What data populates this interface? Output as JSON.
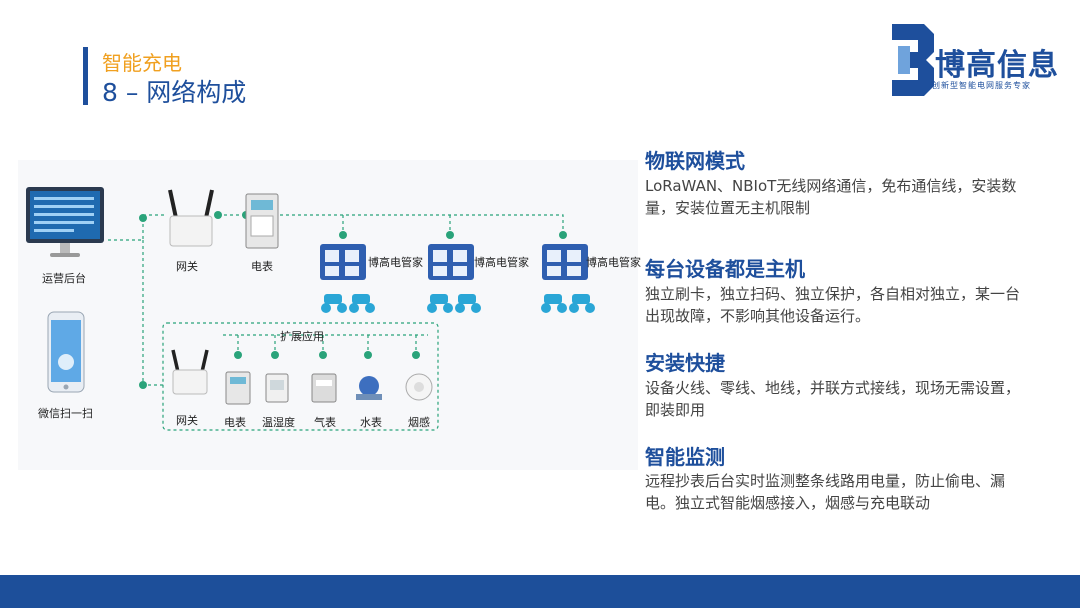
{
  "header": {
    "category": "智能充电",
    "title": "8 – 网络构成"
  },
  "logo": {
    "name": "博高信息",
    "slogan": "创新型智能电网服务专家"
  },
  "diagram": {
    "backend_label": "运营后台",
    "wechat_label": "微信扫一扫",
    "gateway_label": "网关",
    "meter_label": "电表",
    "charger_label": "博高电管家",
    "extension_title": "扩展应用",
    "ext_gateway_label": "网关",
    "ext_devices": [
      "电表",
      "温湿度",
      "气表",
      "水表",
      "烟感"
    ]
  },
  "sections": [
    {
      "heading": "物联网模式",
      "body": "LoRaWAN、NBIoT无线网络通信，免布通信线，安装数量，安装位置无主机限制"
    },
    {
      "heading": "每台设备都是主机",
      "body": "独立刷卡，独立扫码、独立保护，各自相对独立，某一台出现故障，不影响其他设备运行。"
    },
    {
      "heading": "安装快捷",
      "body": "设备火线、零线、地线，并联方式接线，现场无需设置，即装即用"
    },
    {
      "heading": "智能监测",
      "body": "远程抄表后台实时监测整条线路用电量，防止偷电、漏电。独立式智能烟感接入，烟感与充电联动"
    }
  ],
  "colors": {
    "brand": "#1e4f9c",
    "accent": "#f0a020",
    "link_dot": "#2aa37a"
  }
}
